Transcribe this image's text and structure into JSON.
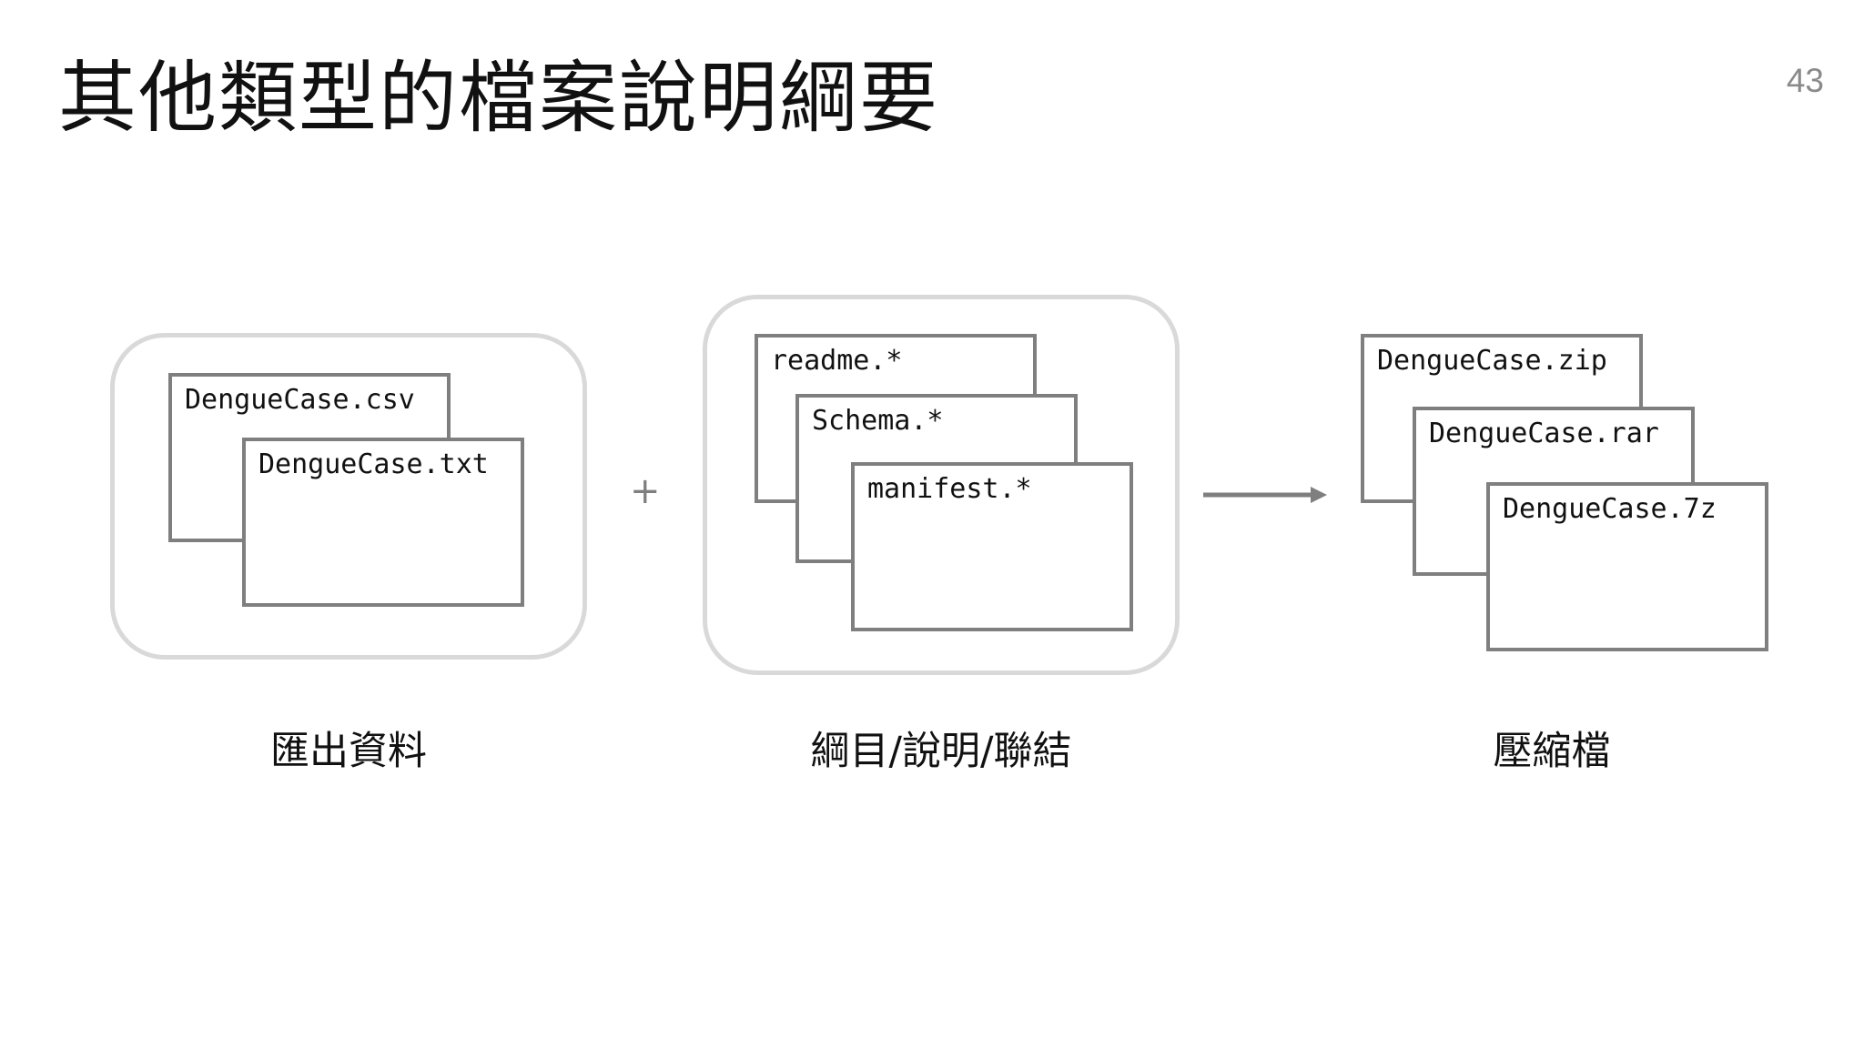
{
  "slide": {
    "title": "其他類型的檔案說明綱要",
    "page_number": "43"
  },
  "groups": {
    "export_data": {
      "files": [
        "DengueCase.csv",
        "DengueCase.txt"
      ],
      "caption": "匯出資料"
    },
    "metadata": {
      "files": [
        "readme.*",
        "Schema.*",
        "manifest.*"
      ],
      "caption": "綱目/說明/聯結"
    },
    "archives": {
      "files": [
        "DengueCase.zip",
        "DengueCase.rar",
        "DengueCase.7z"
      ],
      "caption": "壓縮檔"
    }
  },
  "connectors": {
    "plus": "+"
  },
  "colors": {
    "frame_border": "#d9d9d9",
    "card_border": "#7f7f7f",
    "text": "#111111",
    "page_number": "#8a8a8a"
  }
}
